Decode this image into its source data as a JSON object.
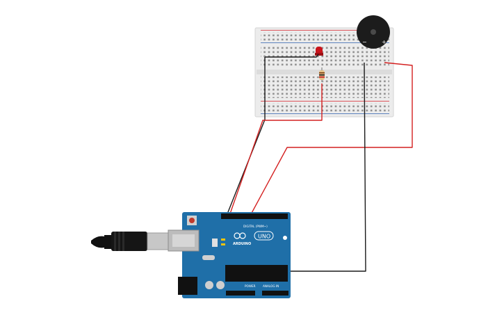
{
  "arduino": {
    "digital_label": "DIGITAL (PWM~)",
    "brand_label": "ARDUINO",
    "model_label": "UNO",
    "power_label": "POWER",
    "analog_label": "ANALOG IN"
  },
  "buzzer": {
    "minus_label": "−",
    "plus_label": "+"
  },
  "colors": {
    "board_blue": "#1f6fa8",
    "breadboard": "#ececec",
    "rail_red": "#d9222a",
    "rail_blue": "#2c5fae",
    "wire_red": "#d42020",
    "wire_black": "#1a1a1a",
    "led": "#c9141b"
  }
}
